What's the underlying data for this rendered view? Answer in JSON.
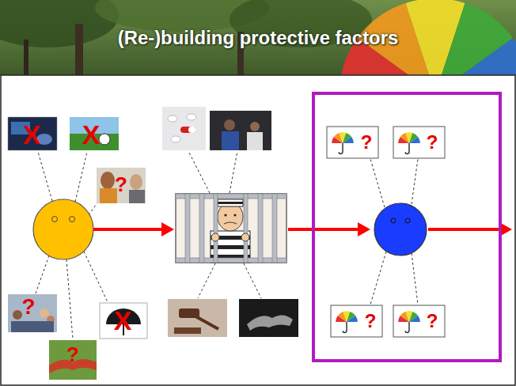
{
  "diagram": {
    "title": "(Re-)building protective factors",
    "labels": [
      "X",
      "X",
      "?",
      "?",
      "?",
      "?",
      "X",
      "?",
      "?",
      "?"
    ]
  }
}
